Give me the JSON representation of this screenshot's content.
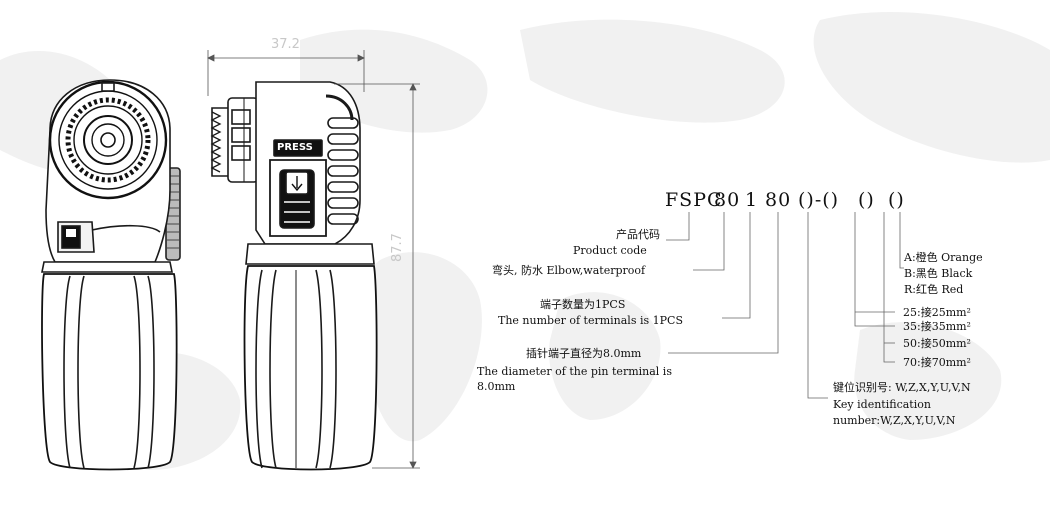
{
  "dimensions": {
    "width": "37.2",
    "height": "87.7"
  },
  "press_label": "PRESS",
  "code": {
    "prefix": "FSPC",
    "seg1": "80",
    "seg2": "1",
    "seg3": "80",
    "seg4": "()-()",
    "seg5": "()",
    "seg6": "()"
  },
  "product_code": {
    "zh": "产品代码",
    "en": "Product code"
  },
  "elbow": {
    "text": "弯头, 防水 Elbow,waterproof"
  },
  "terminals": {
    "zh": "端子数量为1PCS",
    "en": "The number of terminals is 1PCS"
  },
  "pin": {
    "zh": "插针端子直径为8.0mm",
    "en1": "The diameter of the pin terminal is",
    "en2": "8.0mm"
  },
  "colors": [
    "A:橙色 Orange",
    "B:黑色 Black",
    "R:红色 Red"
  ],
  "sizes": [
    "25:接25mm²",
    "35:接35mm²",
    "50:接50mm²",
    "70:接70mm²"
  ],
  "key": {
    "zh": "键位识别号: W,Z,X,Y,U,V,N",
    "en1": "Key identification",
    "en2": "number:W,Z,X,Y,U,V,N"
  }
}
